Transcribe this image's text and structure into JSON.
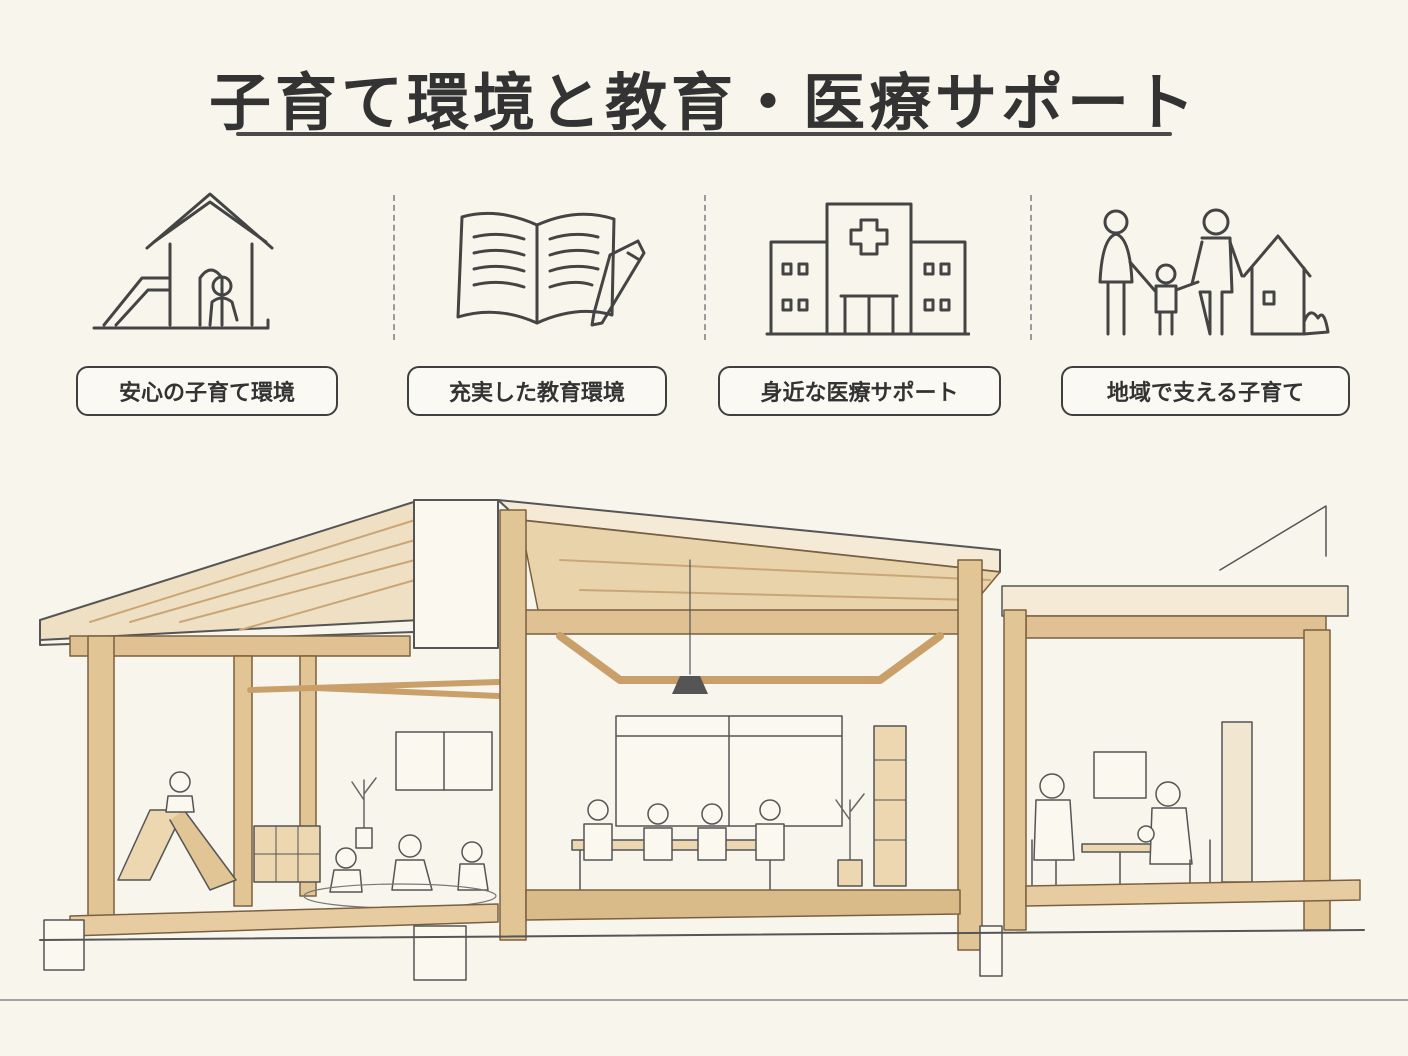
{
  "title": "子育て環境と教育・医療サポート",
  "categories": [
    {
      "label": "安心の子育て環境",
      "icon": "playhouse-slide-icon"
    },
    {
      "label": "充実した教育環境",
      "icon": "open-book-pencil-icon"
    },
    {
      "label": "身近な医療サポート",
      "icon": "hospital-icon"
    },
    {
      "label": "地域で支える子育て",
      "icon": "family-house-icon"
    }
  ],
  "colors": {
    "background": "#f8f5ec",
    "wood": "#dfc193",
    "wood_dark": "#c9a06a",
    "line": "#4a4a4a"
  }
}
